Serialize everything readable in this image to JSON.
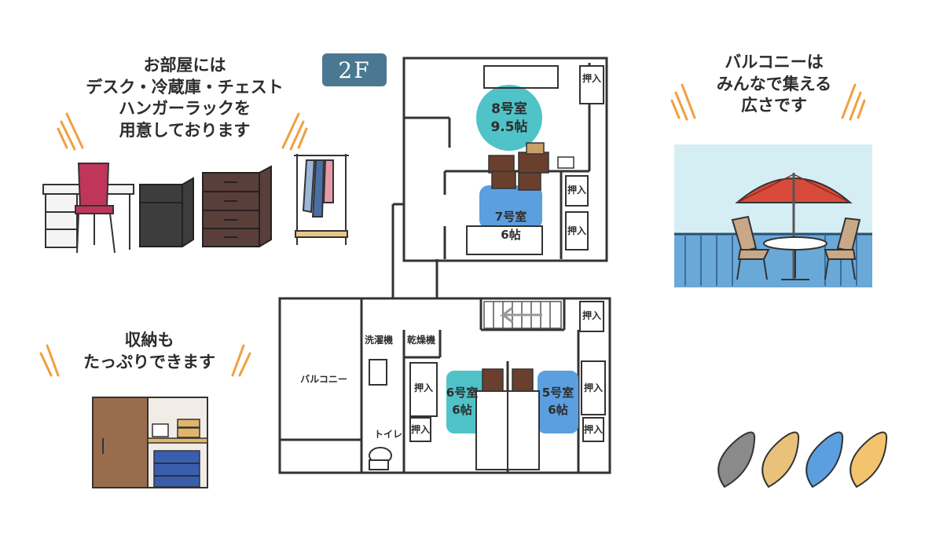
{
  "floor_badge": "2F",
  "captions": {
    "furniture": [
      "お部屋には",
      "デスク・冷蔵庫・チェスト",
      "ハンガーラックを",
      "用意しております"
    ],
    "storage": [
      "収納も",
      "たっぷりできます"
    ],
    "balcony": [
      "バルコニーは",
      "みんなで集える",
      "広さです"
    ]
  },
  "rooms": {
    "r8": {
      "name": "8号室",
      "size": "9.5帖",
      "color": "#4fc3c8"
    },
    "r7": {
      "name": "7号室",
      "size": "6帖",
      "color": "#5b9fe0"
    },
    "r6": {
      "name": "6号室",
      "size": "6帖",
      "color": "#4fc3c8"
    },
    "r5": {
      "name": "5号室",
      "size": "6帖",
      "color": "#5b9fe0"
    }
  },
  "labels": {
    "closet": "押入",
    "washer": "洗濯機",
    "dryer": "乾燥機",
    "balcony": "バルコニー",
    "toilet": "トイレ"
  }
}
